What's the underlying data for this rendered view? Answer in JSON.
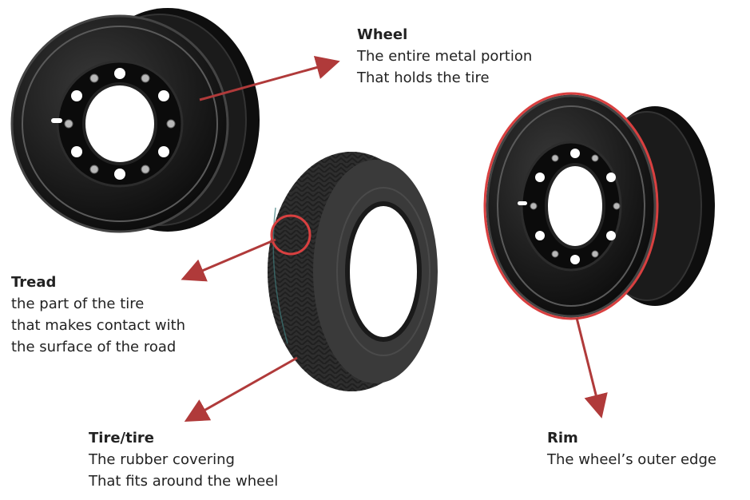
{
  "labels": {
    "wheel": {
      "title": "Wheel",
      "lines": [
        "The entire metal portion",
        "That holds the tire"
      ]
    },
    "tread": {
      "title": "Tread",
      "lines": [
        "the part of the tire",
        "that makes contact with",
        "the surface of the road"
      ]
    },
    "tire": {
      "title": "Tire/tire",
      "lines": [
        "The rubber covering",
        "That fits around the wheel"
      ]
    },
    "rim": {
      "title": "Rim",
      "lines": [
        "The wheel’s outer edge"
      ]
    }
  },
  "colors": {
    "arrow": "#b03a3a",
    "highlight": "#d94040",
    "metal": "#141414",
    "rubber": "#2e2e2e",
    "text": "#222222"
  }
}
